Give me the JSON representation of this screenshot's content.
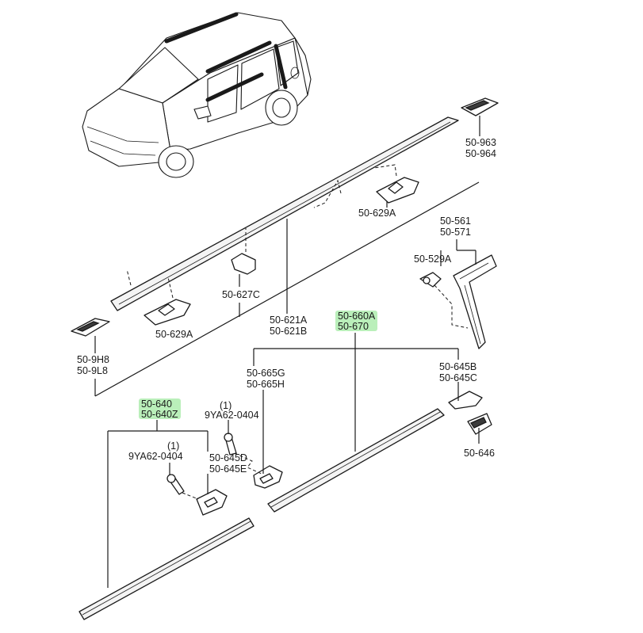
{
  "highlight_color": "#3ad13a",
  "labels": {
    "l_50_963": "50-963",
    "l_50_964": "50-964",
    "l_50_629A_top": "50-629A",
    "l_50_561": "50-561",
    "l_50_571": "50-571",
    "l_50_529A": "50-529A",
    "l_50_627C": "50-627C",
    "l_50_621A": "50-621A",
    "l_50_621B": "50-621B",
    "l_50_629A_bottom": "50-629A",
    "l_50_9H8": "50-9H8",
    "l_50_9L8": "50-9L8",
    "l_50_660A": "50-660A",
    "l_50_670": "50-670",
    "l_50_665G": "50-665G",
    "l_50_665H": "50-665H",
    "l_50_645B": "50-645B",
    "l_50_645C": "50-645C",
    "l_50_640": "50-640",
    "l_50_640Z": "50-640Z",
    "l_qty1_a": "(1)",
    "l_9YA62_a": "9YA62-0404",
    "l_qty1_b": "(1)",
    "l_9YA62_b": "9YA62-0404",
    "l_50_645D": "50-645D",
    "l_50_645E": "50-645E",
    "l_50_646": "50-646"
  }
}
